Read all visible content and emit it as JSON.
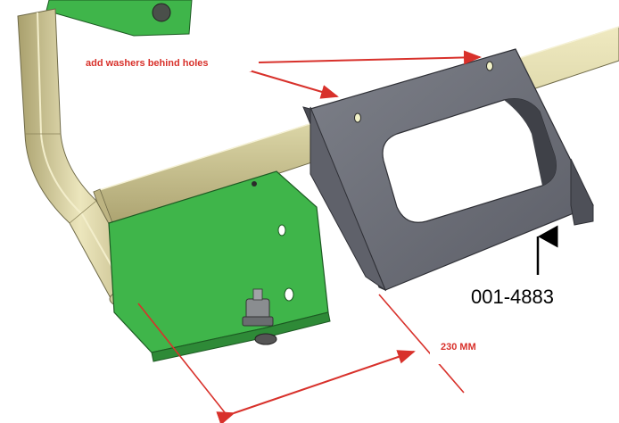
{
  "annotations": {
    "washers_note": "add washers behind holes",
    "part_number": "001-4883",
    "dimension": "230 MM"
  },
  "colors": {
    "annotation_red": "#d8312b",
    "tube_tan": "#d9d3a4",
    "tube_shade": "#b3ab76",
    "bracket_green": "#3fb54a",
    "plate_gray": "#6e7079",
    "plate_gray_dark": "#54565e",
    "label_bg": "#ffffff"
  }
}
